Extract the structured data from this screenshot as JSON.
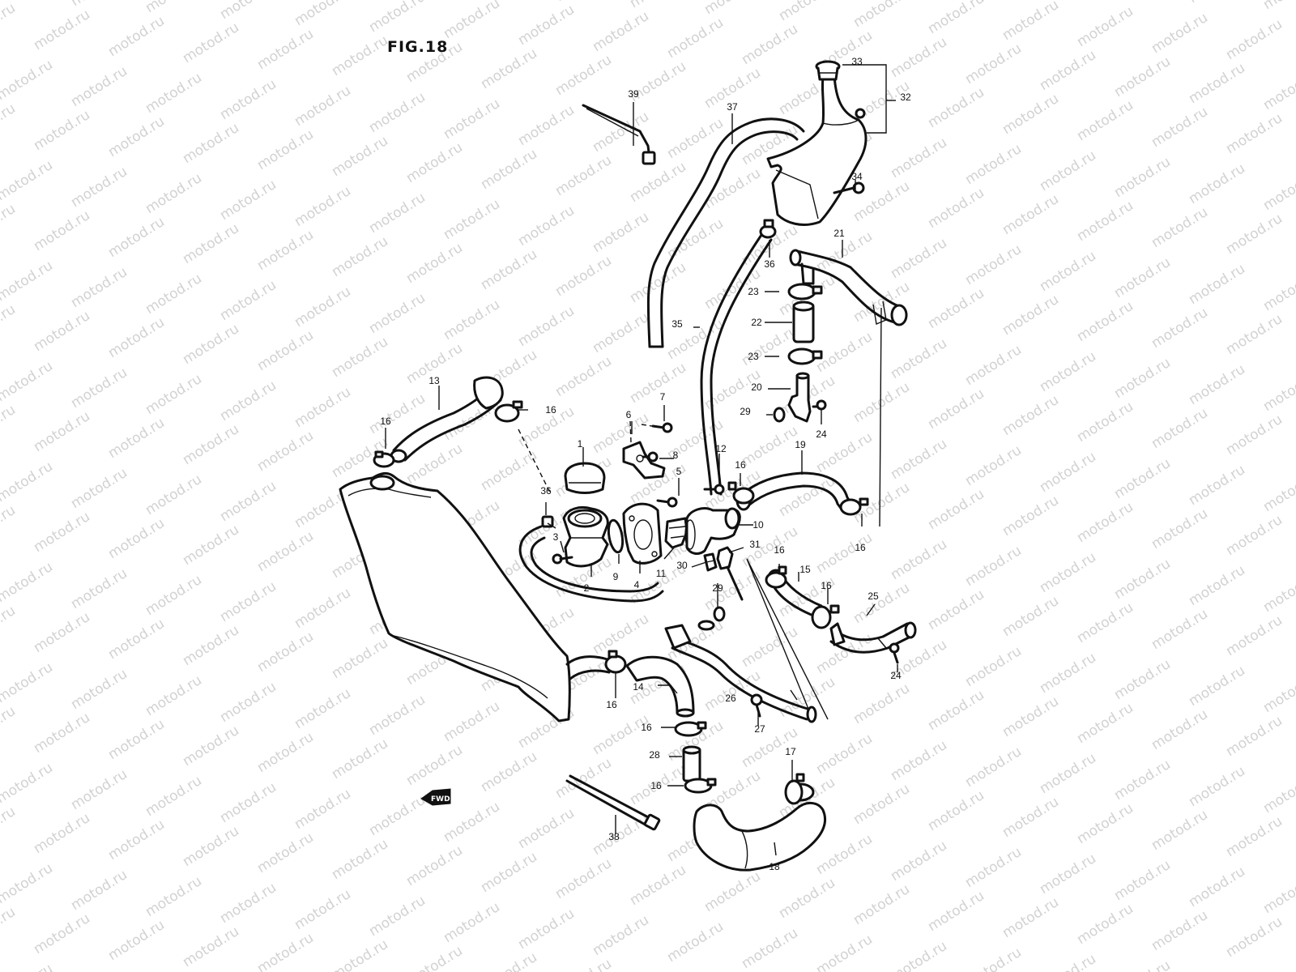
{
  "figure": {
    "title": "FIG.18",
    "watermark_text": "motod.ru",
    "direction_marker": "FWD"
  },
  "callouts": [
    {
      "id": "1",
      "label": "1"
    },
    {
      "id": "2",
      "label": "2"
    },
    {
      "id": "3",
      "label": "3"
    },
    {
      "id": "4",
      "label": "4"
    },
    {
      "id": "5",
      "label": "5"
    },
    {
      "id": "6",
      "label": "6"
    },
    {
      "id": "7",
      "label": "7"
    },
    {
      "id": "8",
      "label": "8"
    },
    {
      "id": "9",
      "label": "9"
    },
    {
      "id": "10",
      "label": "10"
    },
    {
      "id": "11",
      "label": "11"
    },
    {
      "id": "12",
      "label": "12"
    },
    {
      "id": "13",
      "label": "13"
    },
    {
      "id": "14",
      "label": "14"
    },
    {
      "id": "15",
      "label": "15"
    },
    {
      "id": "16a",
      "label": "16"
    },
    {
      "id": "16b",
      "label": "16"
    },
    {
      "id": "16c",
      "label": "16"
    },
    {
      "id": "16d",
      "label": "16"
    },
    {
      "id": "16e",
      "label": "16"
    },
    {
      "id": "16f",
      "label": "16"
    },
    {
      "id": "16g",
      "label": "16"
    },
    {
      "id": "16h",
      "label": "16"
    },
    {
      "id": "16i",
      "label": "16"
    },
    {
      "id": "17",
      "label": "17"
    },
    {
      "id": "18",
      "label": "18"
    },
    {
      "id": "19",
      "label": "19"
    },
    {
      "id": "20",
      "label": "20"
    },
    {
      "id": "21",
      "label": "21"
    },
    {
      "id": "22",
      "label": "22"
    },
    {
      "id": "23a",
      "label": "23"
    },
    {
      "id": "23b",
      "label": "23"
    },
    {
      "id": "24a",
      "label": "24"
    },
    {
      "id": "24b",
      "label": "24"
    },
    {
      "id": "25",
      "label": "25"
    },
    {
      "id": "26",
      "label": "26"
    },
    {
      "id": "27",
      "label": "27"
    },
    {
      "id": "28",
      "label": "28"
    },
    {
      "id": "29a",
      "label": "29"
    },
    {
      "id": "29b",
      "label": "29"
    },
    {
      "id": "30",
      "label": "30"
    },
    {
      "id": "31",
      "label": "31"
    },
    {
      "id": "32",
      "label": "32"
    },
    {
      "id": "33",
      "label": "33"
    },
    {
      "id": "34",
      "label": "34"
    },
    {
      "id": "35",
      "label": "35"
    },
    {
      "id": "36a",
      "label": "36"
    },
    {
      "id": "36b",
      "label": "36"
    },
    {
      "id": "37",
      "label": "37"
    },
    {
      "id": "38",
      "label": "38"
    },
    {
      "id": "39",
      "label": "39"
    }
  ]
}
